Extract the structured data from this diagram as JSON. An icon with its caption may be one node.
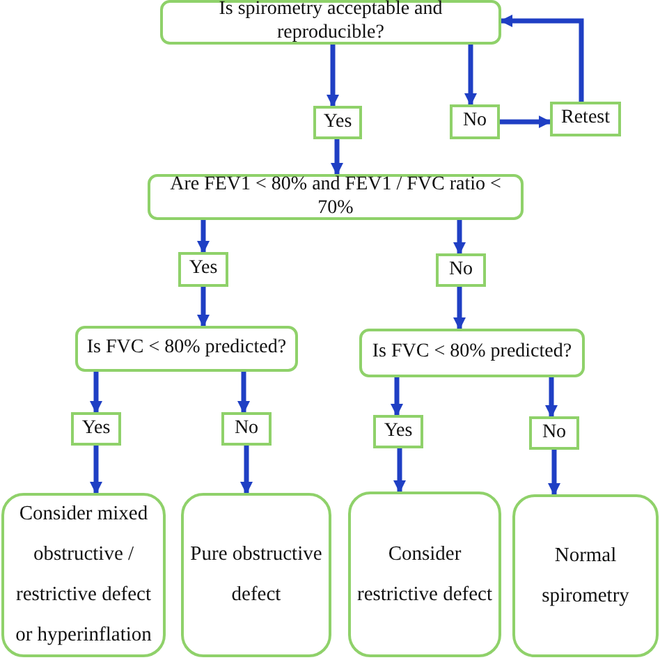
{
  "diagram": {
    "nodes": [
      {
        "text": [
          "Is spirometry acceptable and reproducible?"
        ]
      },
      {
        "text": [
          "Yes"
        ]
      },
      {
        "text": [
          "No"
        ]
      },
      {
        "text": [
          "Retest"
        ]
      },
      {
        "text": [
          "Are FEV1 < 80% and FEV1 / FVC ratio < 70%"
        ]
      },
      {
        "text": [
          "Yes"
        ]
      },
      {
        "text": [
          "No"
        ]
      },
      {
        "text": [
          "Is FVC < 80% predicted?"
        ]
      },
      {
        "text": [
          "Is FVC < 80% predicted?"
        ]
      },
      {
        "text": [
          "Yes"
        ]
      },
      {
        "text": [
          "No"
        ]
      },
      {
        "text": [
          "Yes"
        ]
      },
      {
        "text": [
          "No"
        ]
      },
      {
        "text": [
          "Consider mixed obstructive / restrictive defect or hyperinflation"
        ]
      },
      {
        "text": [
          "Pure obstructive defect"
        ]
      },
      {
        "text": [
          "Consider restrictive defect"
        ]
      },
      {
        "text": [
          "Normal spirometry"
        ]
      }
    ],
    "edges": [
      {
        "from": 0,
        "to": 1,
        "arrow": "to"
      },
      {
        "from": 0,
        "to": 2,
        "arrow": "to"
      },
      {
        "from": 2,
        "to": 3,
        "arrow": "to"
      },
      {
        "from": 3,
        "to": 0,
        "arrow": "to"
      },
      {
        "from": 1,
        "to": 4,
        "arrow": "to"
      },
      {
        "from": 4,
        "to": 5,
        "arrow": "to"
      },
      {
        "from": 4,
        "to": 6,
        "arrow": "to"
      },
      {
        "from": 5,
        "to": 7,
        "arrow": "to"
      },
      {
        "from": 6,
        "to": 8,
        "arrow": "to"
      },
      {
        "from": 7,
        "to": 9,
        "arrow": "to"
      },
      {
        "from": 7,
        "to": 10,
        "arrow": "to"
      },
      {
        "from": 8,
        "to": 11,
        "arrow": "to"
      },
      {
        "from": 8,
        "to": 12,
        "arrow": "to"
      },
      {
        "from": 9,
        "to": 13,
        "arrow": "to"
      },
      {
        "from": 10,
        "to": 14,
        "arrow": "to"
      },
      {
        "from": 11,
        "to": 15,
        "arrow": "to"
      },
      {
        "from": 12,
        "to": 16,
        "arrow": "to"
      }
    ]
  }
}
